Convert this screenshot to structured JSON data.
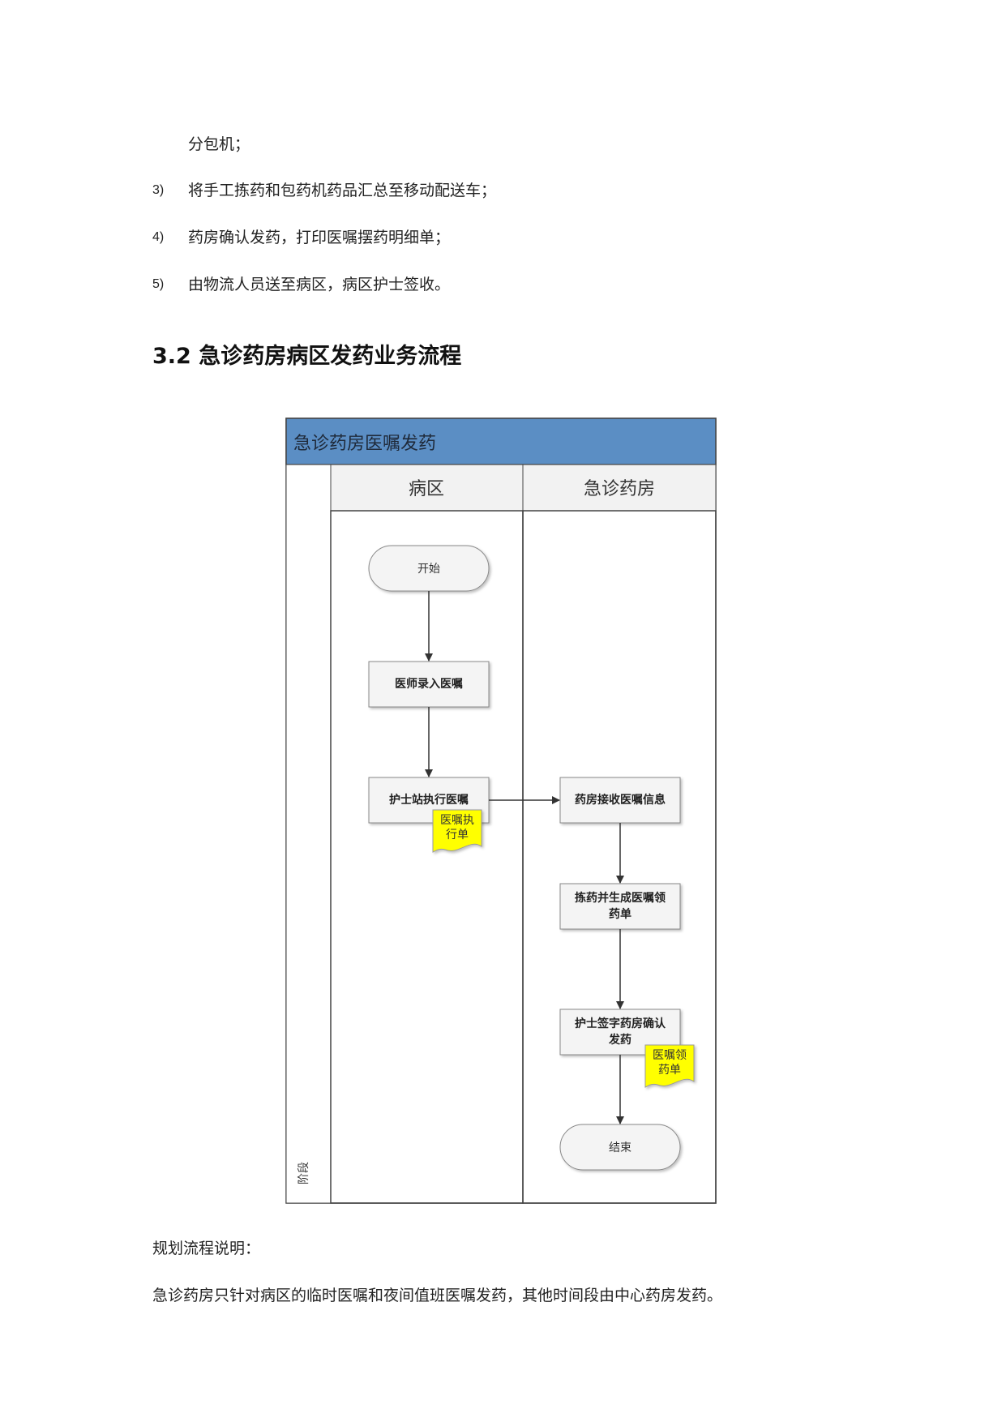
{
  "body": {
    "cont_line": "分包机；",
    "list": [
      {
        "num": "3)",
        "text": "将手工拣药和包药机药品汇总至移动配送车；"
      },
      {
        "num": "4)",
        "text": "药房确认发药，打印医嘱摆药明细单；"
      },
      {
        "num": "5)",
        "text": "由物流人员送至病区，病区护士签收。"
      }
    ],
    "heading": "3.2 急诊药房病区发药业务流程",
    "desc_label": "规划流程说明：",
    "desc_text": "急诊药房只针对病区的临时医嘱和夜间值班医嘱发药，其他时间段由中心药房发药。"
  },
  "diagram": {
    "pool_title": "急诊药房医嘱发药",
    "phase_label": "阶段",
    "lanes": [
      "病区",
      "急诊药房"
    ],
    "start": "开始",
    "end": "结束",
    "steps": [
      {
        "line1": "医师录入医嘱",
        "line2": ""
      },
      {
        "line1": "护士站执行医嘱",
        "line2": ""
      },
      {
        "line1": "药房接收医嘱信息",
        "line2": ""
      },
      {
        "line1": "拣药并生成医嘱领",
        "line2": "药单"
      },
      {
        "line1": "护士签字药房确认",
        "line2": "发药"
      }
    ],
    "docs": [
      {
        "line1": "医嘱执",
        "line2": "行单"
      },
      {
        "line1": "医嘱领",
        "line2": "药单"
      }
    ],
    "colors": {
      "header": "#5b8ec4",
      "lane_header": "#f2f2f2",
      "box_fill": "#f4f4f4",
      "doc_fill": "#ffff00",
      "border": "#444444"
    }
  }
}
